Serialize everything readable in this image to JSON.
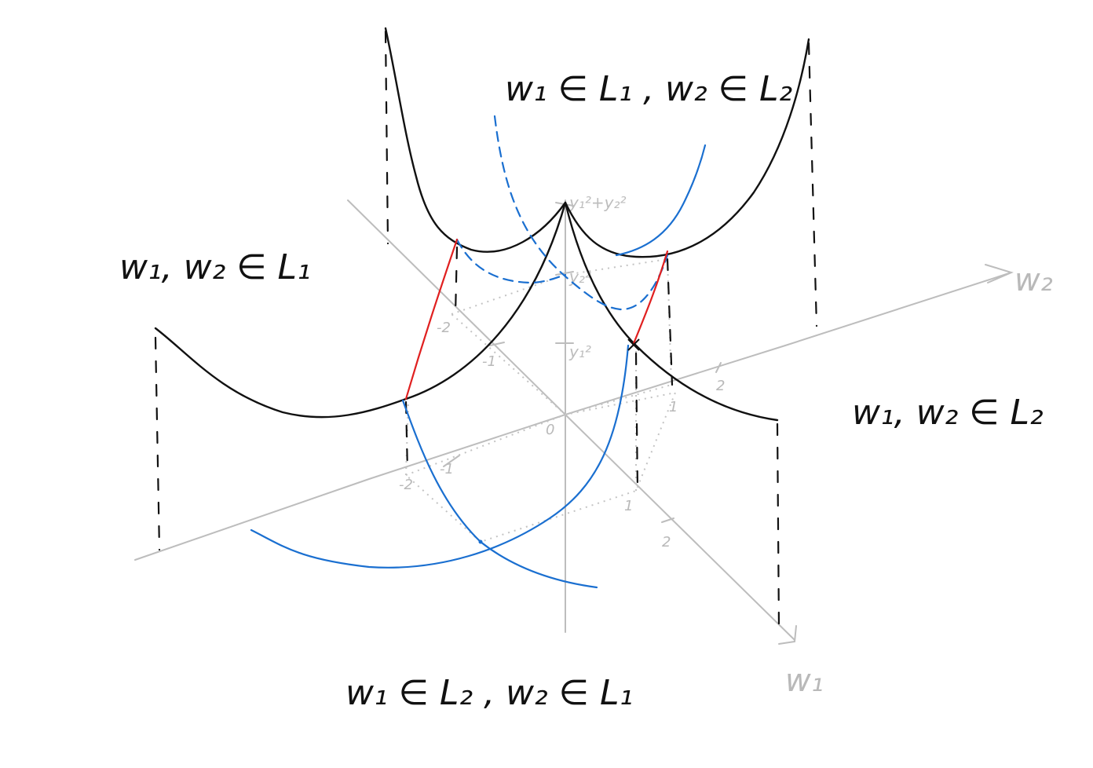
{
  "regions": {
    "top": "w₁ ∈ L₁ , w₂ ∈ L₂",
    "left": "w₁, w₂ ∈ L₁",
    "right": "w₁, w₂ ∈ L₂",
    "bottom": "w₁ ∈ L₂ , w₂ ∈ L₁"
  },
  "axes": {
    "w1": "w₁",
    "w2": "w₂",
    "origin": "0"
  },
  "ticks": {
    "w1_neg1": "-1",
    "w1_neg2": "-2",
    "w1_pos1": "1",
    "w1_pos2": "2",
    "w2_neg1": "-1",
    "w2_neg2": "-2",
    "w2_pos1": "1",
    "w2_pos2": "2"
  },
  "values": {
    "y1_sq": "y₁²",
    "y2_sq": "y₂²",
    "sum_sq": "y₁²+y₂²"
  },
  "colors": {
    "ink": "#111111",
    "axis": "#bdbdbd",
    "blue": "#1a6fd0",
    "red": "#e02020"
  }
}
